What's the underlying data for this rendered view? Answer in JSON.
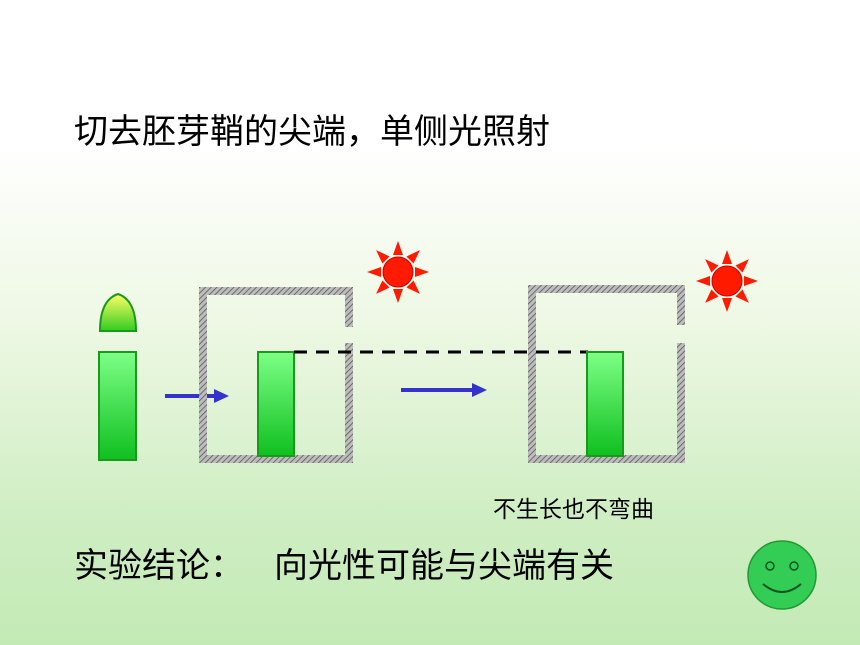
{
  "slide": {
    "title": "切去胚芽鞘的尖端，单侧光照射",
    "result_caption": "不生长也不弯曲",
    "conclusion_label": "实验结论：",
    "conclusion_text": "向光性可能与尖端有关"
  },
  "colors": {
    "sun": "#ff1a00",
    "arrow": "#3333cc",
    "seedling_green": "#22cc33",
    "box_frame": "#777777",
    "smiley": "#33cc55"
  },
  "icons": [
    "sun-icon",
    "arrow-right-icon",
    "smiley-face-icon"
  ]
}
